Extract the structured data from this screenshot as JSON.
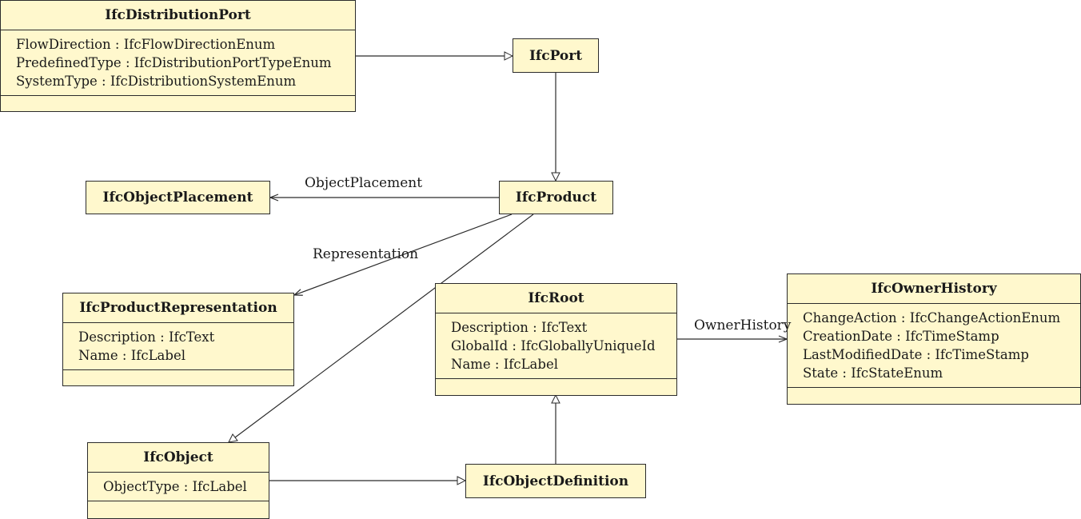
{
  "classes": {
    "distribution_port": {
      "name": "IfcDistributionPort",
      "attributes": [
        "FlowDirection : IfcFlowDirectionEnum",
        "PredefinedType : IfcDistributionPortTypeEnum",
        "SystemType : IfcDistributionSystemEnum"
      ]
    },
    "port": {
      "name": "IfcPort"
    },
    "object_placement": {
      "name": "IfcObjectPlacement"
    },
    "product": {
      "name": "IfcProduct"
    },
    "product_representation": {
      "name": "IfcProductRepresentation",
      "attributes": [
        "Description : IfcText",
        "Name : IfcLabel"
      ]
    },
    "root": {
      "name": "IfcRoot",
      "attributes": [
        "Description : IfcText",
        "GlobalId : IfcGloballyUniqueId",
        "Name : IfcLabel"
      ]
    },
    "owner_history": {
      "name": "IfcOwnerHistory",
      "attributes": [
        "ChangeAction : IfcChangeActionEnum",
        "CreationDate : IfcTimeStamp",
        "LastModifiedDate : IfcTimeStamp",
        "State : IfcStateEnum"
      ]
    },
    "object": {
      "name": "IfcObject",
      "attributes": [
        "ObjectType : IfcLabel"
      ]
    },
    "object_definition": {
      "name": "IfcObjectDefinition"
    }
  },
  "associations": {
    "object_placement": "ObjectPlacement",
    "representation": "Representation",
    "owner_history": "OwnerHistory"
  },
  "colors": {
    "class_fill": "#fff8cd",
    "line": "#2b2b2b"
  }
}
